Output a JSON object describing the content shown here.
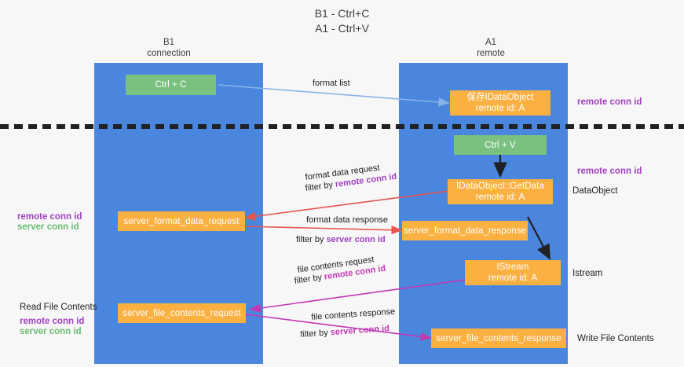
{
  "title": {
    "line1": "B1 - Ctrl+C",
    "line2": "A1 - Ctrl+V"
  },
  "lanes": [
    {
      "name": "b1",
      "title": "B1",
      "subtitle": "connection"
    },
    {
      "name": "a1",
      "title": "A1",
      "subtitle": "remote"
    }
  ],
  "nodes": {
    "ctrl_c": {
      "label": "Ctrl + C"
    },
    "save_idataobject": {
      "line1": "保存IDataObject",
      "line2": "remote id: A"
    },
    "ctrl_v": {
      "label": "Ctrl + V"
    },
    "idataobject_getdata": {
      "line1": "IDataObject::GetData",
      "line2": "remote id: A"
    },
    "server_format_data_request": {
      "label": "server_format_data_request"
    },
    "server_format_data_response": {
      "label": "server_format_data_response"
    },
    "istream": {
      "line1": "IStream",
      "line2": "remote id: A"
    },
    "server_file_contents_request": {
      "label": "server_file_contents_request"
    },
    "server_file_contents_response": {
      "label": "server_file_contents_response"
    }
  },
  "edge_labels": {
    "format_list": "format list",
    "format_data_request": "format data request",
    "format_data_request_filter_pre": "filter by ",
    "format_data_request_filter_key": "remote conn id",
    "format_data_response": "format data response",
    "format_data_response_filter_pre": "filter by ",
    "format_data_response_filter_key": "server conn id",
    "file_contents_request": "file contents request",
    "file_contents_request_filter_pre": "filter by ",
    "file_contents_request_filter_key": "remote conn id",
    "file_contents_response": "file contents response",
    "file_contents_response_filter_pre": "filter by ",
    "file_contents_response_filter_key": "server conn id"
  },
  "annotations": {
    "right_remote_conn_id_top": "remote conn id",
    "right_remote_conn_id_mid": "remote conn id",
    "right_dataobject": "DataObject",
    "right_istream": "Istream",
    "right_write_file_contents": "Write File Contents",
    "left_remote_conn_id": "remote conn id",
    "left_server_conn_id": "server conn id",
    "left_read_file_contents": "Read File Contents",
    "left_remote_conn_id_2": "remote conn id",
    "left_server_conn_id_2": "server conn id"
  },
  "colors": {
    "lane": "#4a86dd",
    "green_node": "#7ac17f",
    "orange_node": "#fbb042",
    "purple_text": "#a13fbf",
    "green_text": "#6bbd72",
    "magenta_text": "#c337b5",
    "blue_arrow": "#8ab4e8",
    "red_arrow": "#e8554e",
    "magenta_arrow": "#c337b5",
    "black_arrow": "#202124",
    "background": "#f7f7f7"
  }
}
